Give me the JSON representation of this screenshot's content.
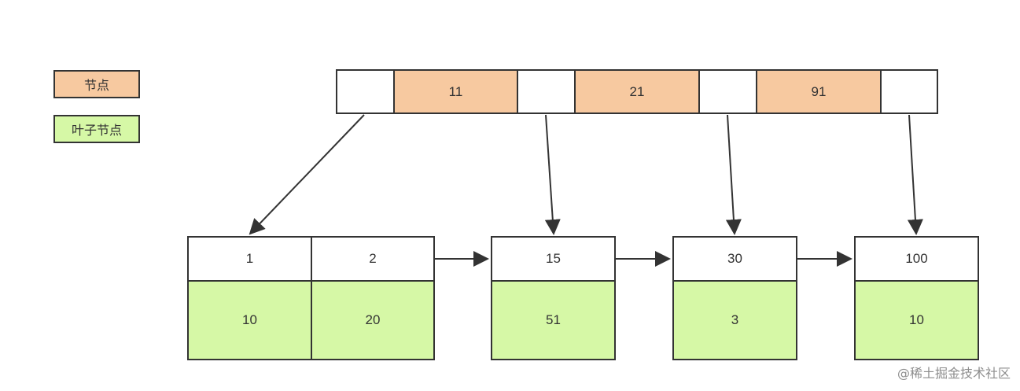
{
  "colors": {
    "node_fill": "#f7c9a0",
    "leaf_fill": "#d6f8a6",
    "empty_fill": "#ffffff",
    "border": "#333333"
  },
  "legend": {
    "node_label": "节点",
    "leaf_label": "叶子节点"
  },
  "root": {
    "keys": [
      "11",
      "21",
      "91"
    ]
  },
  "leaves": [
    {
      "keys": [
        "1",
        "2"
      ],
      "values": [
        "10",
        "20"
      ]
    },
    {
      "keys": [
        "15"
      ],
      "values": [
        "51"
      ]
    },
    {
      "keys": [
        "30"
      ],
      "values": [
        "3"
      ]
    },
    {
      "keys": [
        "100"
      ],
      "values": [
        "10"
      ]
    }
  ],
  "watermark": "@稀土掘金技术社区"
}
